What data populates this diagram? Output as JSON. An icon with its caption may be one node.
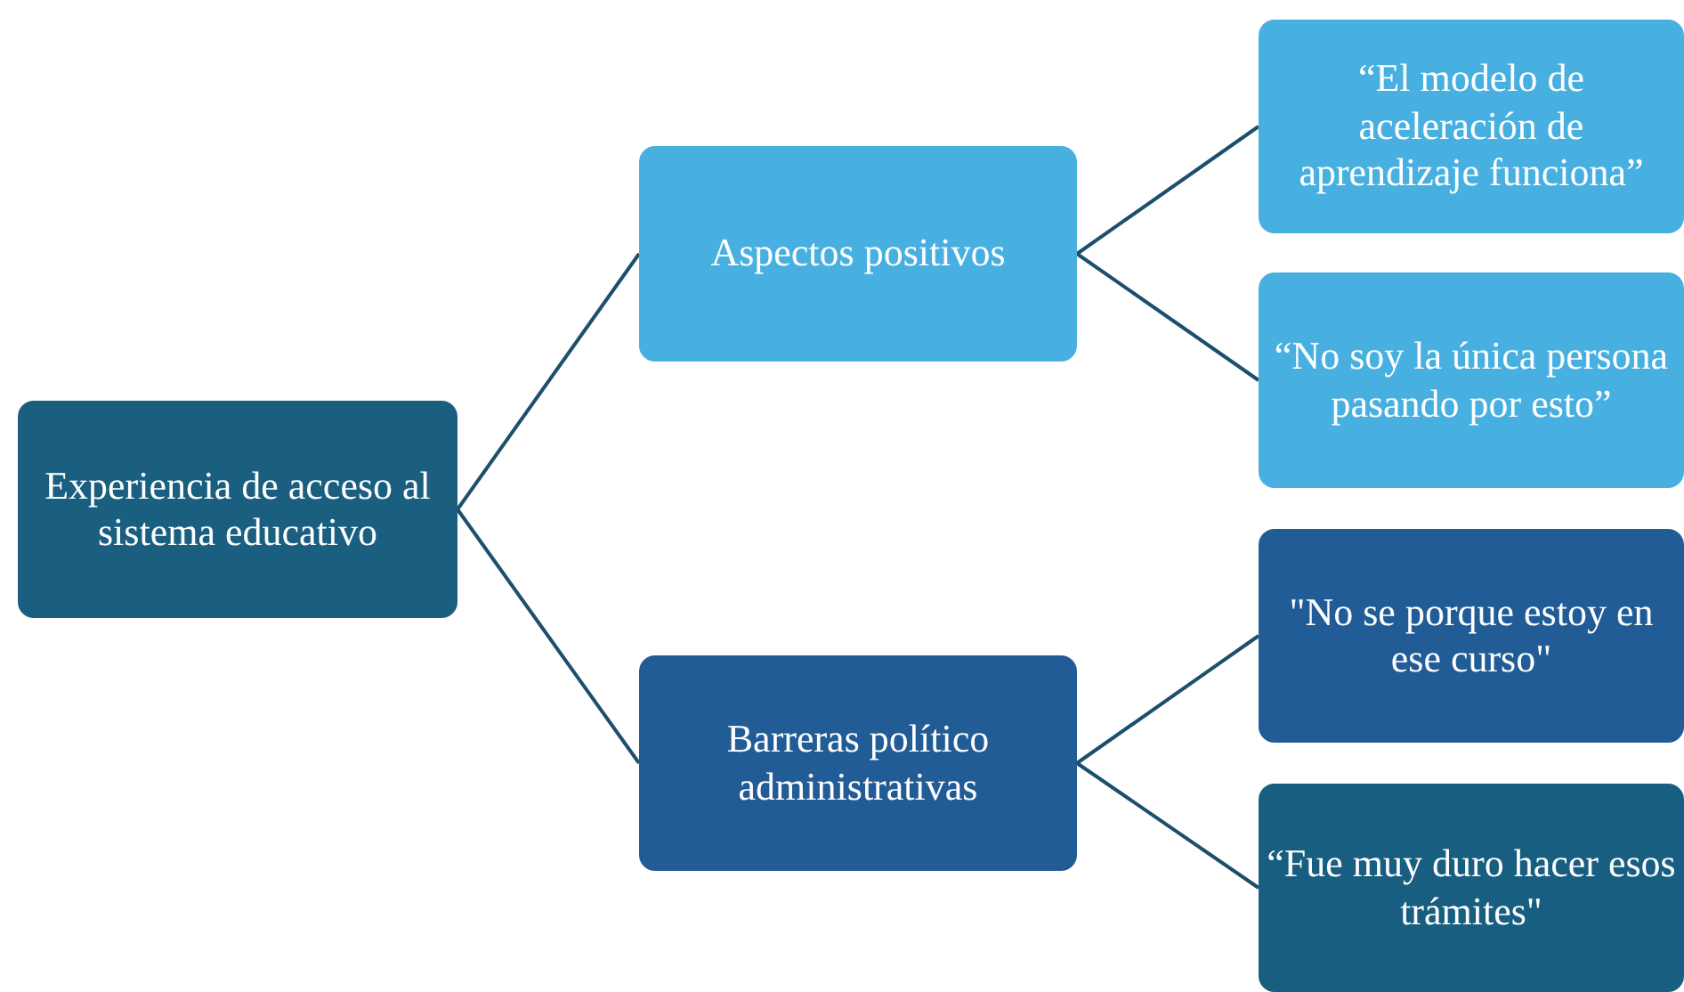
{
  "diagram": {
    "nodes": [
      {
        "text": [
          "Experiencia de acceso al sistema educativo"
        ]
      },
      {
        "text": [
          "Aspectos positivos"
        ]
      },
      {
        "text": [
          "“El modelo de aceleración de aprendizaje funciona”"
        ]
      },
      {
        "text": [
          "“No soy la única persona pasando por esto”"
        ]
      },
      {
        "text": [
          "Barreras político administrativas"
        ]
      },
      {
        "text": [
          "\"No se porque estoy en ese curso\""
        ]
      },
      {
        "text": [
          "“Fue muy duro hacer esos trámites\""
        ]
      }
    ],
    "edges": [
      {
        "from": 0,
        "to": 1,
        "arrow": "none"
      },
      {
        "from": 0,
        "to": 4,
        "arrow": "none"
      },
      {
        "from": 1,
        "to": 2,
        "arrow": "none"
      },
      {
        "from": 1,
        "to": 3,
        "arrow": "none"
      },
      {
        "from": 4,
        "to": 5,
        "arrow": "none"
      },
      {
        "from": 4,
        "to": 6,
        "arrow": "none"
      }
    ]
  }
}
